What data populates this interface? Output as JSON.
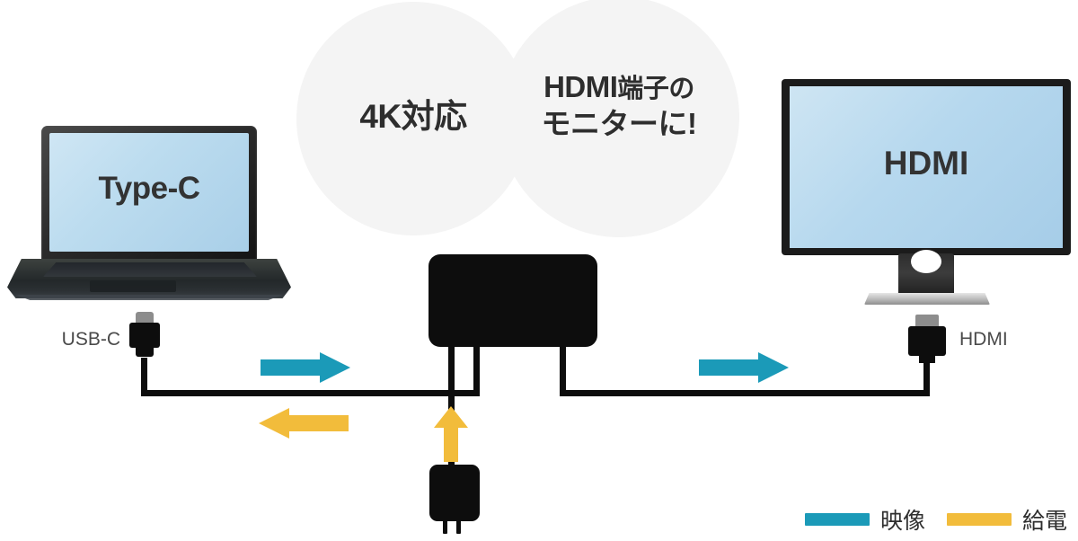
{
  "badges": [
    {
      "id": "4k",
      "text": "4K対応"
    },
    {
      "id": "hdmi-monitor",
      "line1_strong": "HDMI",
      "line1_small": "端子の",
      "line2": "モニターに!"
    }
  ],
  "devices": {
    "laptop": {
      "screen_label": "Type-C",
      "port_label": "USB-C",
      "screen_color": "#bcdcef"
    },
    "monitor": {
      "screen_label": "HDMI",
      "port_label": "HDMI",
      "screen_color": "#b6d8ee"
    },
    "adapter": {
      "name": "adapter-hub",
      "color": "#0d0d0d"
    },
    "power_brick": {
      "name": "power-brick",
      "color": "#0d0d0d"
    }
  },
  "flows": [
    {
      "id": "video-to-hub",
      "direction": "right",
      "color": "#1b9ab8",
      "meaning": "映像"
    },
    {
      "id": "power-to-laptop",
      "direction": "left",
      "color": "#f2bc3b",
      "meaning": "給電"
    },
    {
      "id": "video-to-monitor",
      "direction": "right",
      "color": "#1b9ab8",
      "meaning": "映像"
    },
    {
      "id": "power-from-brick",
      "direction": "up",
      "color": "#f2bc3b",
      "meaning": "給電"
    }
  ],
  "legend": {
    "items": [
      {
        "label": "映像",
        "color": "#1b9ab8"
      },
      {
        "label": "給電",
        "color": "#f2bc3b"
      }
    ]
  },
  "colors": {
    "video": "#1b9ab8",
    "power": "#f2bc3b",
    "cable": "#0d0d0d",
    "badge_bg": "#f4f4f4",
    "text": "#2e2e2e",
    "label_text": "#4a4a4a"
  }
}
